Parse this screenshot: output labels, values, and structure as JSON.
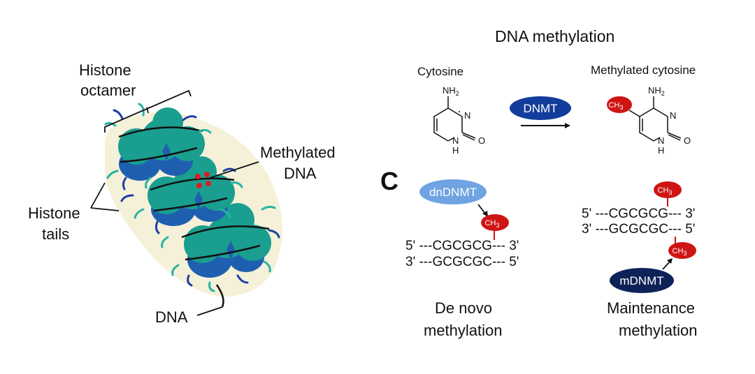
{
  "nucleosome": {
    "histone_octamer_label_line1": "Histone",
    "histone_octamer_label_line2": "octamer",
    "methylated_dna_label_line1": "Methylated",
    "methylated_dna_label_line2": "DNA",
    "histone_tails_label_line1": "Histone",
    "histone_tails_label_line2": "tails",
    "dna_label": "DNA",
    "colors": {
      "histone": "#1a9e8f",
      "histone_dark": "#137a6e",
      "histone_blue": "#1f5fb0",
      "tail_blue": "#1d3fa6",
      "tail_teal": "#27b3a2",
      "halo": "#f4f1d8",
      "methyl_dot": "#d81e1e"
    }
  },
  "dna_methylation": {
    "title": "DNA methylation",
    "cytosine_label": "Cytosine",
    "methylated_cytosine_label": "Methylated cytosine",
    "enzyme_label": "DNMT",
    "nh2": "NH",
    "nh2_sub": "2",
    "n": "N",
    "nh": "N",
    "h": "H",
    "o": "O",
    "ch3": "CH",
    "ch3_sub": "3",
    "colors": {
      "dnmt": "#133d9c",
      "ch3": "#cf1414"
    }
  },
  "panel_c": {
    "panel_letter": "C",
    "de_novo": {
      "enzyme_label": "dnDNMT",
      "methyl_label": "CH",
      "methyl_sub": "3",
      "strand_top": "5' ---CGCGCG--- 3'",
      "strand_bottom": "3' ---GCGCGC--- 5'",
      "caption_line1": "De novo",
      "caption_line2": "methylation",
      "colors": {
        "enzyme": "#6fa3e2"
      }
    },
    "maintenance": {
      "enzyme_label": "mDNMT",
      "methyl_label": "CH",
      "methyl_sub": "3",
      "strand_top": "5' ---CGCGCG--- 3'",
      "strand_bottom": "3' ---GCGCGC--- 5'",
      "caption_line1": "Maintenance",
      "caption_line2": "methylation",
      "colors": {
        "enzyme": "#0f2258"
      }
    }
  }
}
